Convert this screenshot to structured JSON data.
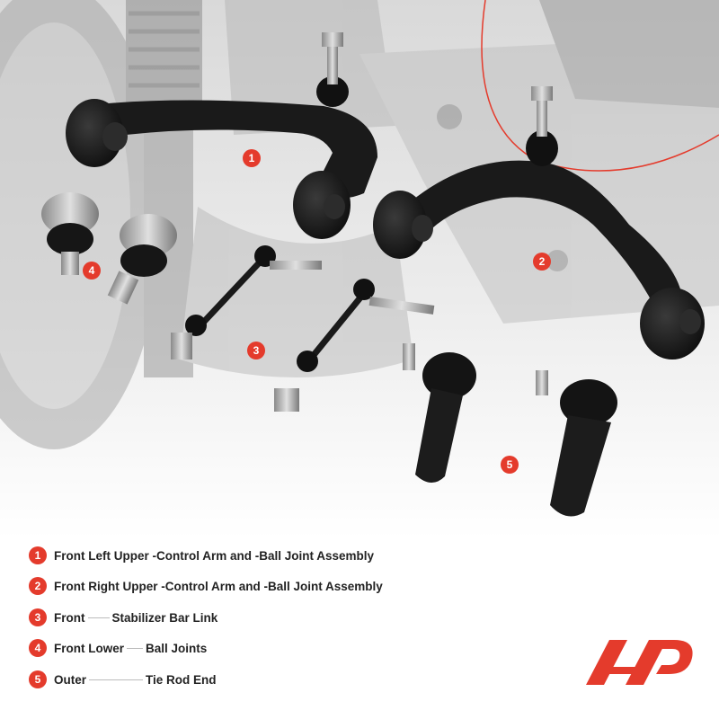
{
  "markers": [
    "1",
    "2",
    "3",
    "4",
    "5"
  ],
  "legend": [
    {
      "number": "1",
      "prefix": "Front Left Upper -Control Arm and -Ball Joint Assembly",
      "suffix": ""
    },
    {
      "number": "2",
      "prefix": "Front Right Upper -Control Arm and -Ball Joint Assembly",
      "suffix": ""
    },
    {
      "number": "3",
      "prefix": "Front",
      "suffix": "Stabilizer Bar Link"
    },
    {
      "number": "4",
      "prefix": "Front Lower",
      "suffix": "Ball Joints"
    },
    {
      "number": "5",
      "prefix": "Outer",
      "suffix": "Tie Rod End"
    }
  ],
  "colors": {
    "accent": "#e43b2c",
    "text": "#222222"
  },
  "logo": {
    "name": "a-premium-logo"
  }
}
